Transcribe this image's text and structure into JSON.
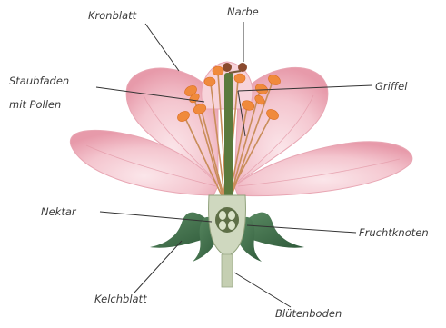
{
  "labels": {
    "kronblatt": "Kronblatt",
    "narbe": "Narbe",
    "staubfaden_line1": "Staubfaden",
    "staubfaden_line2": "mit Pollen",
    "griffel": "Griffel",
    "nektar": "Nektar",
    "fruchtknoten": "Fruchtknoten",
    "kelchblatt": "Kelchblatt",
    "bluetenboden": "Blütenboden"
  },
  "colors": {
    "petal": "#f4c6cf",
    "petal_vein": "#e39aa8",
    "anther": "#f08a3c",
    "filament": "#c98d5a",
    "sepal": "#3e6e4a",
    "ovary": "#cfd8bf",
    "stem": "#c5cfb2",
    "leader_line": "#333333"
  }
}
